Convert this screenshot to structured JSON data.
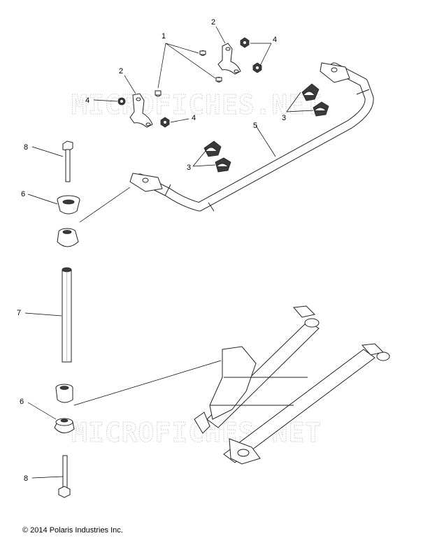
{
  "watermark": "MICROFICHES.NET",
  "copyright": "© 2014 Polaris Industries Inc.",
  "callouts": {
    "c1": "1",
    "c2a": "2",
    "c2b": "2",
    "c3a": "3",
    "c3b": "3",
    "c4a": "4",
    "c4b": "4",
    "c4c": "4",
    "c5": "5",
    "c6a": "6",
    "c6b": "6",
    "c7": "7",
    "c8a": "8",
    "c8b": "8"
  }
}
